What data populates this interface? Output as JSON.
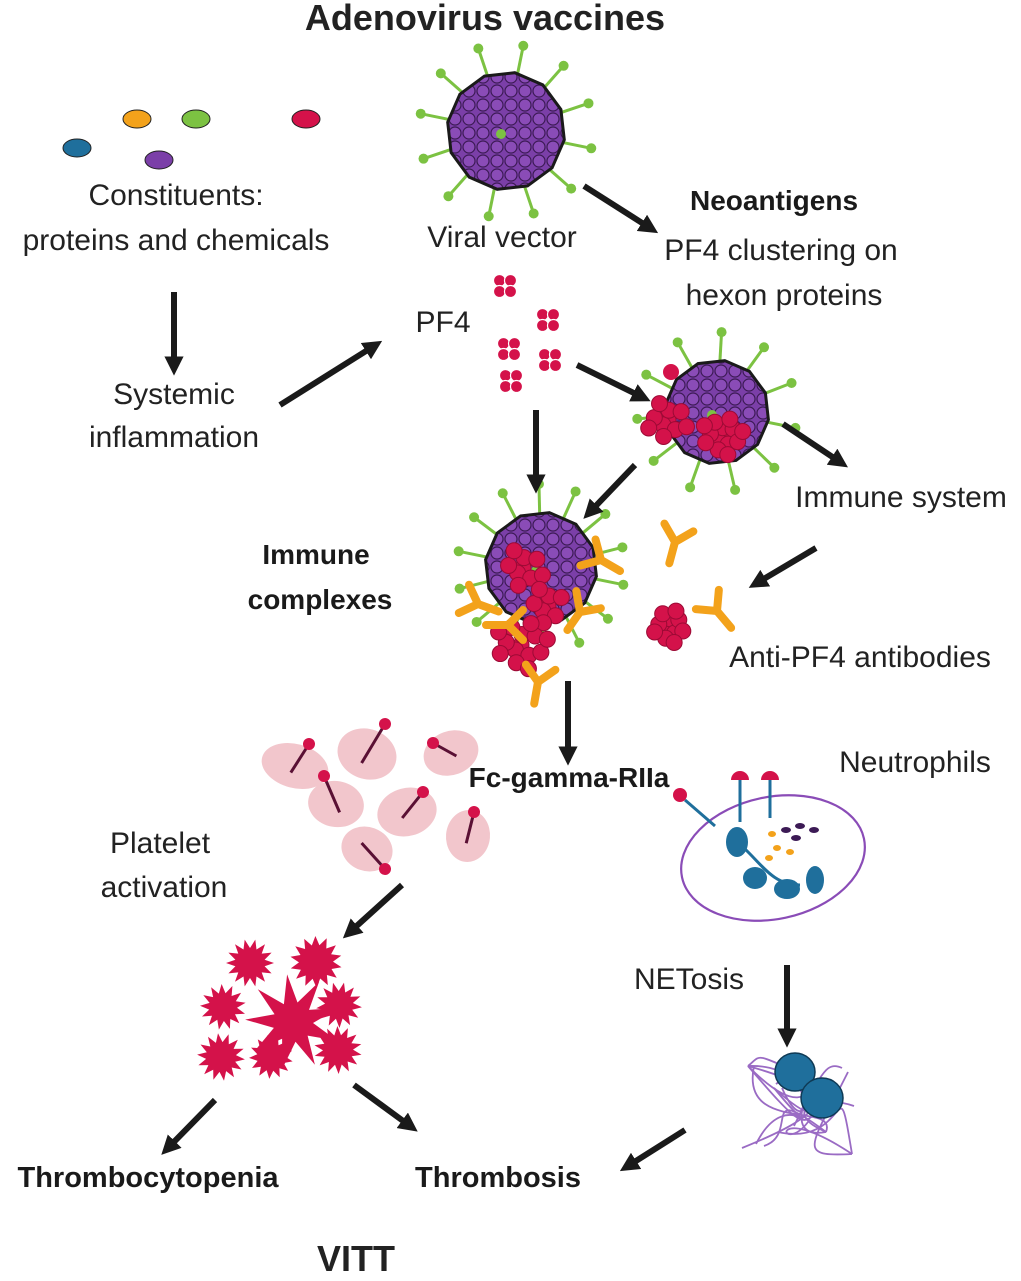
{
  "title": "Adenovirus vaccines",
  "footer": "VITT",
  "labels": {
    "constituents_1": "Constituents:",
    "constituents_2": "proteins and chemicals",
    "viral_vector": "Viral vector",
    "neoantigens": "Neoantigens",
    "pf4_clustering_1": "PF4 clustering on",
    "pf4_clustering_2": "hexon proteins",
    "pf4": "PF4",
    "systemic_1": "Systemic",
    "systemic_2": "inflammation",
    "immune_system": "Immune system",
    "immune_complexes_1": "Immune",
    "immune_complexes_2": "complexes",
    "anti_pf4": "Anti-PF4 antibodies",
    "fc_receptor": "Fc-gamma-RIIa",
    "neutrophils": "Neutrophils",
    "platelet_1": "Platelet",
    "platelet_2": "activation",
    "netosis": "NETosis",
    "thrombocytopenia": "Thrombocytopenia",
    "thrombosis": "Thrombosis"
  },
  "colors": {
    "virus_purple": "#7b3fa8",
    "spike_green": "#7cc242",
    "pf4_red": "#d4124a",
    "antibody_orange": "#f3a21b",
    "platelet_pink": "#f2c6cc",
    "nucleus_blue": "#1f6f9c",
    "net_purple": "#9a6bc4",
    "arrow": "#1a1a1a"
  },
  "constituent_colors": [
    "#1f6f9c",
    "#f3a21b",
    "#7cc242",
    "#7b3fa8",
    "#d4124a"
  ]
}
